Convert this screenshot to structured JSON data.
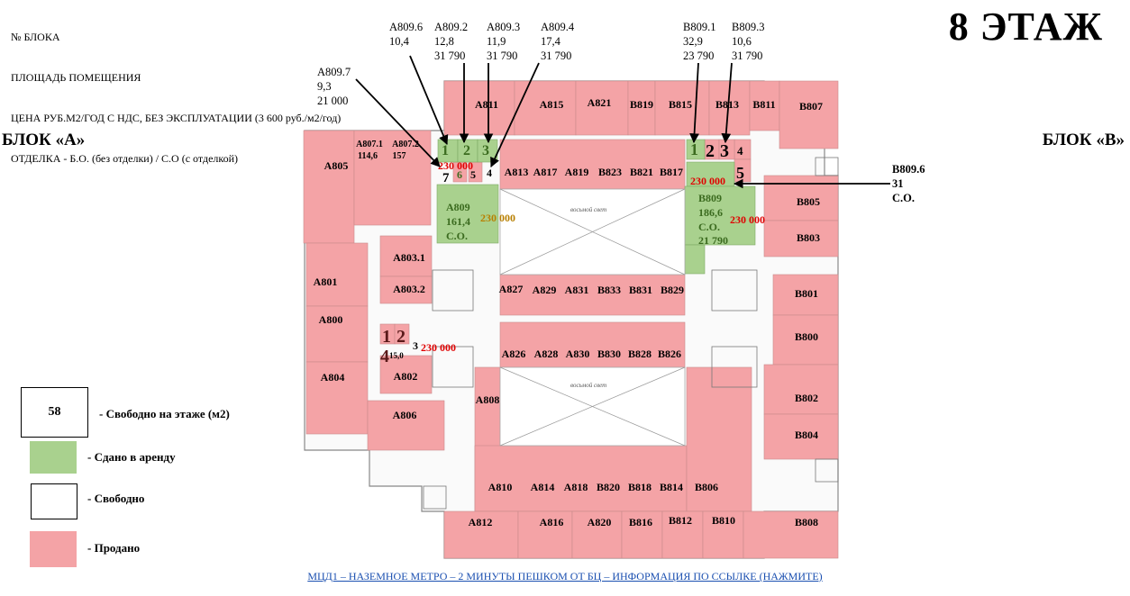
{
  "header": {
    "lines": [
      "№ БЛОКА",
      "ПЛОЩАДЬ ПОМЕЩЕНИЯ",
      "ЦЕНА РУБ.М2/ГОД С НДС, БЕЗ ЭКСПЛУАТАЦИИ (3 600 руб./м2/год)",
      "ОТДЕЛКА - Б.О. (без отделки) / С.О (с отделкой)"
    ]
  },
  "floor_title": "8 ЭТАЖ",
  "block_a": "БЛОК «А»",
  "block_b": "БЛОК «В»",
  "callouts": {
    "a8097": "A809.7\n9,3\n21 000",
    "a8096": "A809.6\n10,4",
    "a8092": "A809.2\n12,8\n31 790",
    "a8093": "A809.3\n11,9\n31 790",
    "a8094": "A809.4\n17,4\n31 790",
    "b8091": "B809.1\n32,9\n23 790",
    "b8093": "B809.3\n10,6\n31 790",
    "b8096": "B809.6\n31\nС.О."
  },
  "legend": {
    "free_value": "58",
    "free_on_floor": "- Свободно на этаже (м2)",
    "rented": "- Сдано в аренду",
    "free": "- Свободно",
    "sold": "- Продано"
  },
  "colors": {
    "sold": "#f4a3a6",
    "rented": "#a9d18e",
    "free": "#ffffff",
    "red_text": "#e00000",
    "green_text": "#3b6b1f"
  },
  "footer_link": "МЦД1 – НАЗЕМНОЕ МЕТРО – 2 МИНУТЫ ПЕШКОМ ОТ БЦ – ИНФОРМАЦИЯ ПО ССЫЛКЕ (НАЖМИТЕ)",
  "plan": {
    "top_row": [
      "A811",
      "A815",
      "A821",
      "B819",
      "B815",
      "B813",
      "B811",
      "B807"
    ],
    "inner_top": [
      "A813",
      "A817",
      "A819",
      "B823",
      "B821",
      "B817"
    ],
    "left_units": [
      "A805",
      "A807.1",
      "114,6",
      "A807.2",
      "157",
      "A801",
      "A800",
      "A804",
      "A806",
      "A803.1",
      "A803.2",
      "A802"
    ],
    "a809": [
      "A809",
      "161,4",
      "С.О.",
      "230 000"
    ],
    "b809": [
      "B809",
      "186,6",
      "С.О.",
      "21 790",
      "230 000"
    ],
    "atrium_top_row": [
      "A827",
      "A829",
      "A831",
      "B833",
      "B831",
      "B829"
    ],
    "atrium_bottom_row": [
      "A826",
      "A828",
      "A830",
      "B830",
      "B828",
      "B826"
    ],
    "atrium_label": "восьмой свет",
    "a808": "A808",
    "bottom_inner": [
      "A810",
      "A814",
      "A818",
      "B820",
      "B818",
      "B814",
      "B806"
    ],
    "bottom_row": [
      "A812",
      "A816",
      "A820",
      "B816",
      "B812",
      "B810",
      "B808"
    ],
    "right_units": [
      "B805",
      "B803",
      "B801",
      "B800",
      "B802",
      "B804"
    ],
    "numbers_a_top": [
      "1",
      "2",
      "3",
      "7",
      "6",
      "5",
      "4"
    ],
    "numbers_b_top": [
      "1",
      "2",
      "3",
      "4",
      "5"
    ],
    "numbers_a_left": [
      "1",
      "2",
      "3",
      "4"
    ],
    "a802_area": "15,0",
    "price_a_top": "230 000",
    "price_a_left": "230 000",
    "price_b_top": "230 000"
  }
}
